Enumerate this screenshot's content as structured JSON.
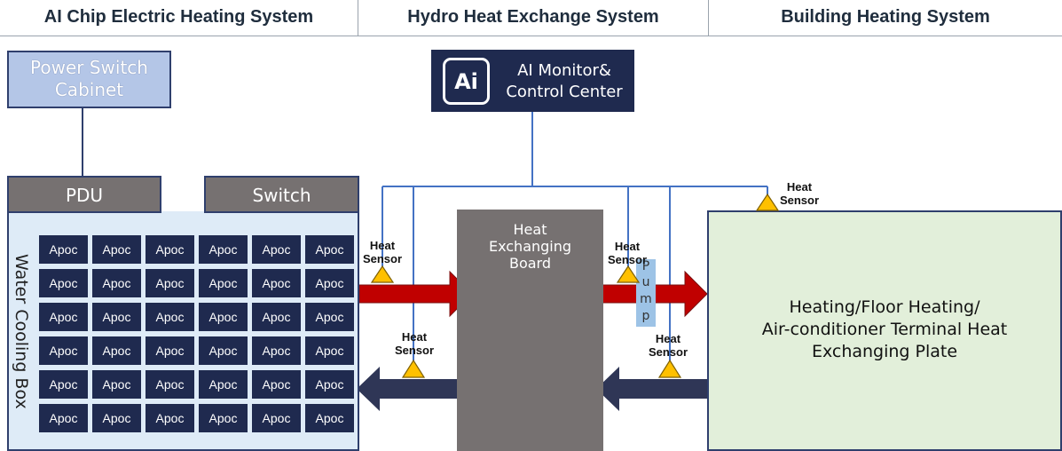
{
  "header": {
    "col1": "AI Chip Electric Heating System",
    "col2": "Hydro Heat Exchange System",
    "col3": "Building Heating System"
  },
  "power_cabinet": {
    "line1": "Power Switch",
    "line2": "Cabinet"
  },
  "pdu": "PDU",
  "switch": "Switch",
  "cooling_box": "Water Cooling Box",
  "apoc_label": "Apoc",
  "apoc_grid": {
    "rows": 6,
    "cols": 6
  },
  "monitor": {
    "badge": "Ai",
    "line1": "AI Monitor&",
    "line2": "Control Center"
  },
  "heat_exchanger": {
    "line1": "Heat",
    "line2": "Exchanging",
    "line3": "Board"
  },
  "building": {
    "line1": "Heating/Floor Heating/",
    "line2": "Air-conditioner Terminal Heat",
    "line3": "Exchanging Plate"
  },
  "pump": [
    "P",
    "u",
    "m",
    "p"
  ],
  "sensors": {
    "s1": {
      "line1": "Heat",
      "line2": "Sensor"
    },
    "s2": {
      "line1": "Heat",
      "line2": "Sensor"
    },
    "s3": {
      "line1": "Heat",
      "line2": "Sensor"
    },
    "s4": {
      "line1": "Heat",
      "line2": "Sensor"
    },
    "s5": {
      "line1": "Heat",
      "line2": "Sensor"
    }
  },
  "colors": {
    "hot_arrow": "#c00000",
    "cold_arrow": "#2f3656",
    "signal_line": "#4472c4",
    "sensor": "#ffc000",
    "apoc": "#1f2a4f"
  }
}
